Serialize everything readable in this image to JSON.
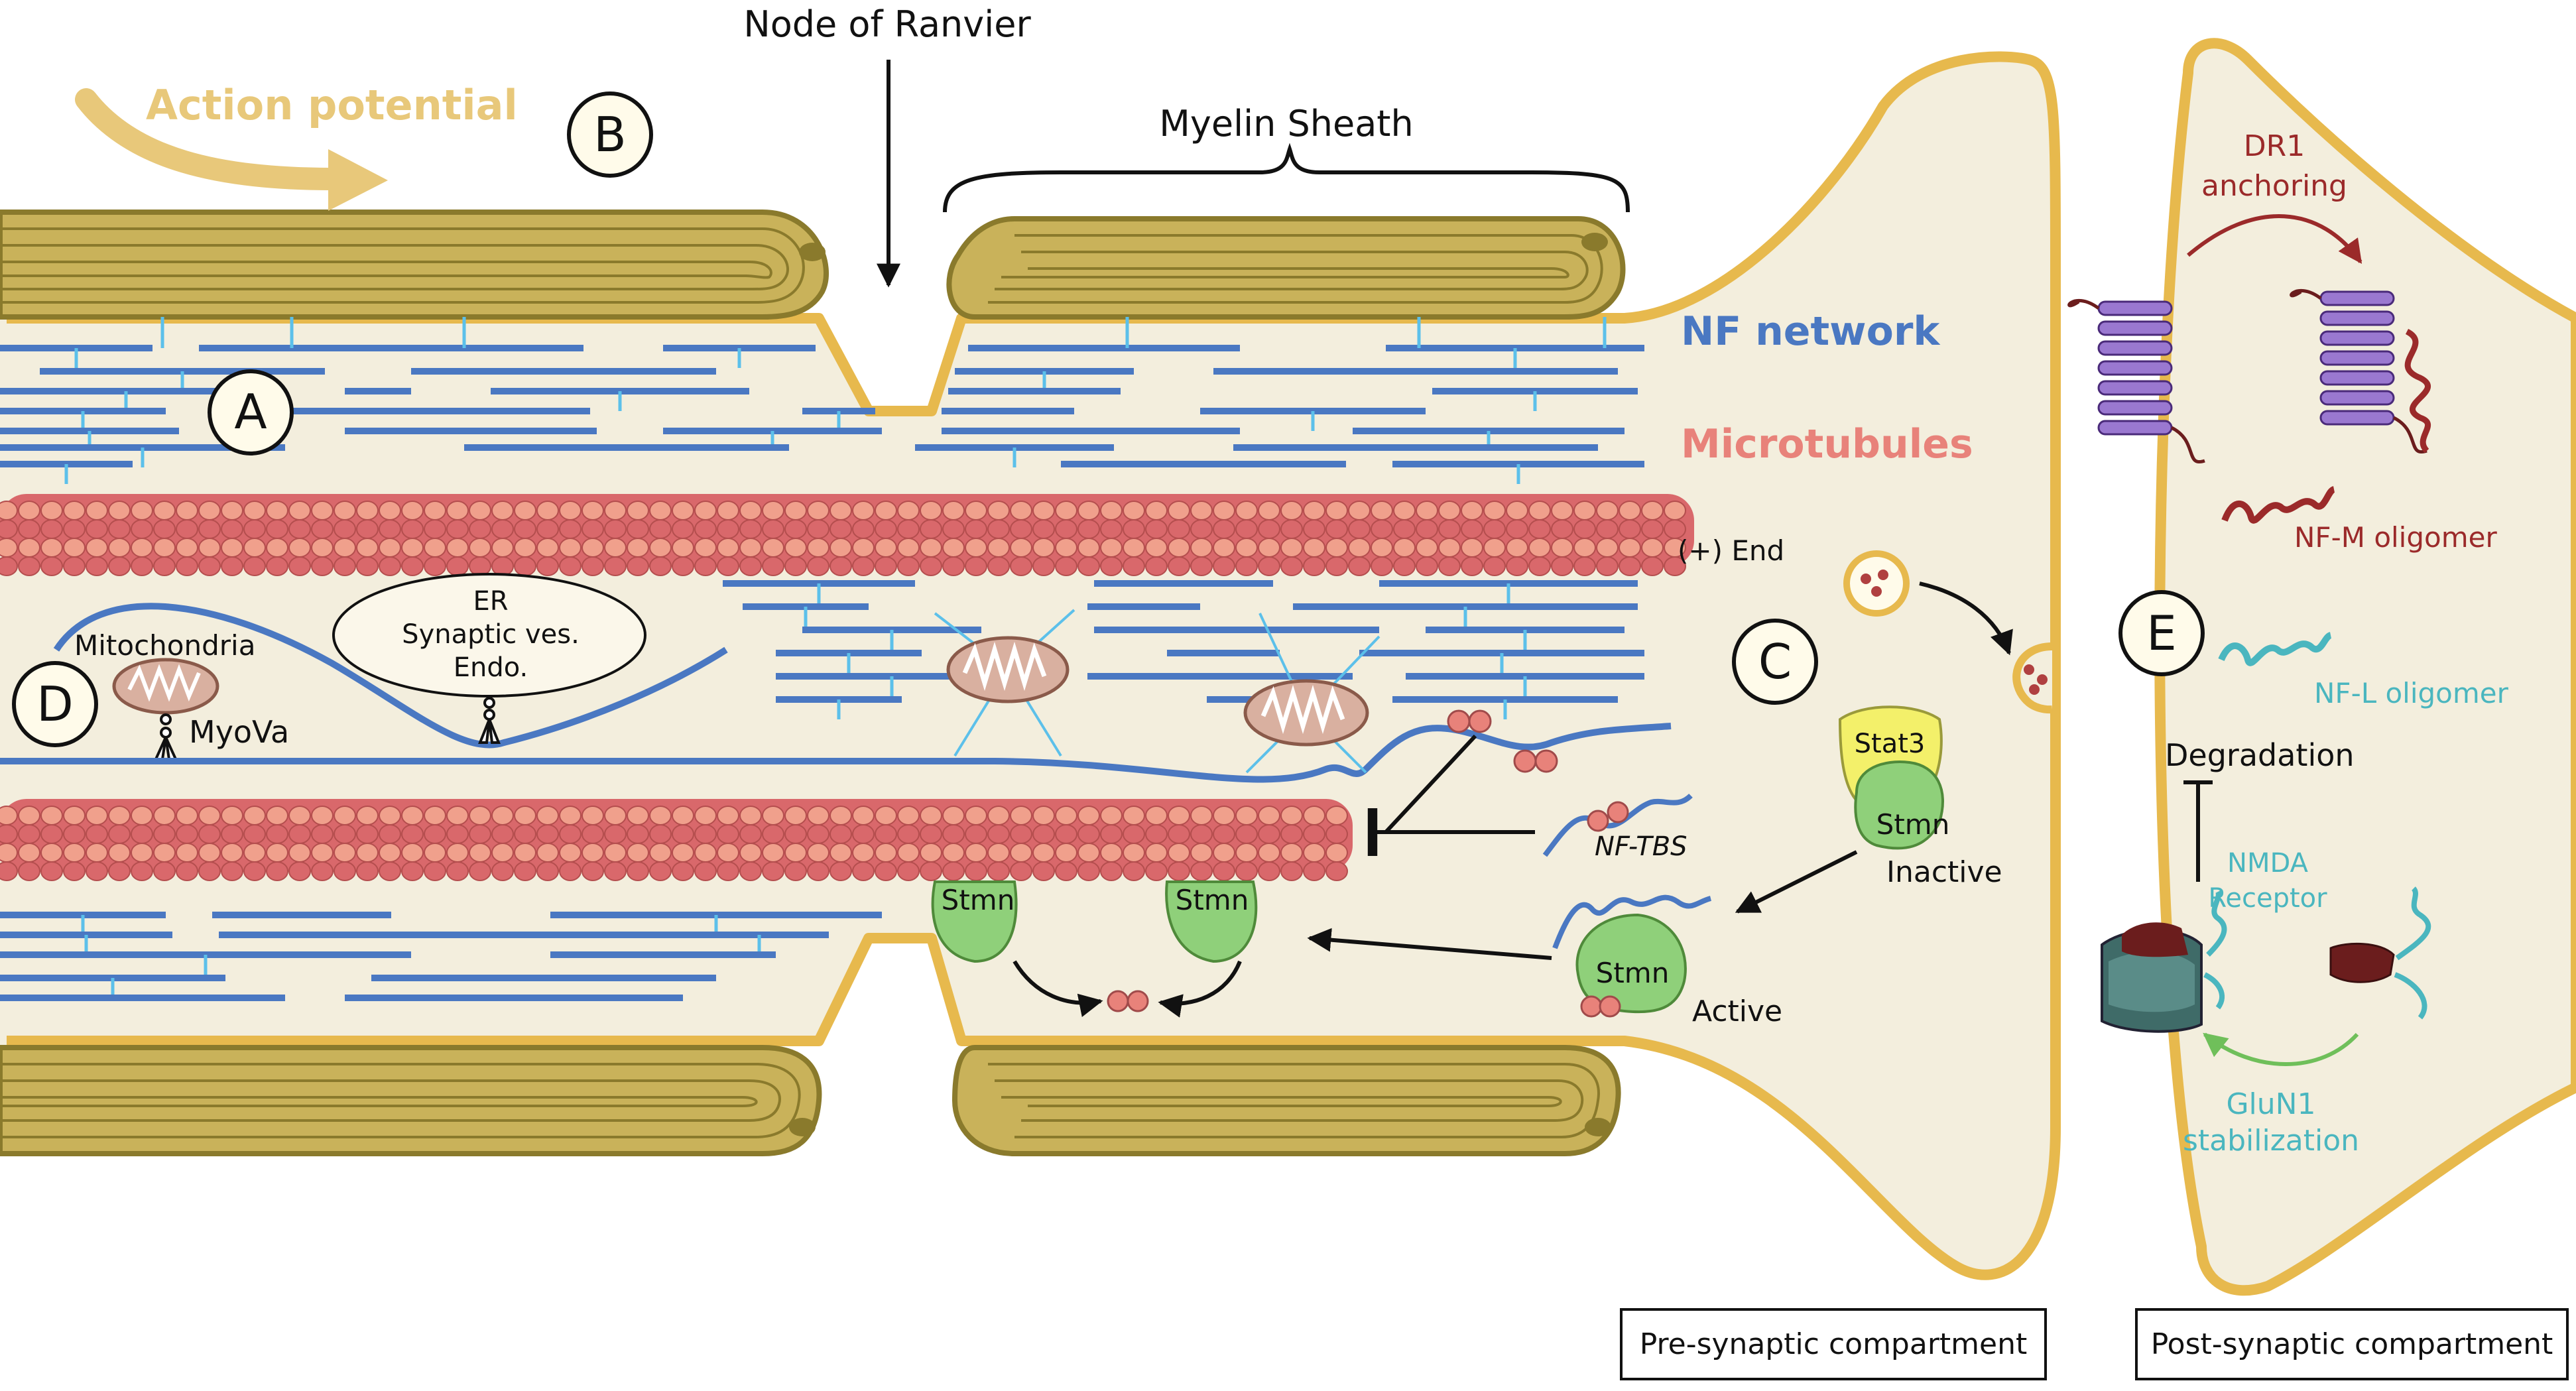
{
  "labels": {
    "action_potential": "Action potential",
    "node_of_ranvier": "Node of Ranvier",
    "myelin_sheath": "Myelin Sheath",
    "nf_network": "NF network",
    "microtubules": "Microtubules",
    "plus_end": "(+) End",
    "mitochondria": "Mitochondria",
    "myova": "MyoVa",
    "er_line1": "ER",
    "er_line2": "Synaptic ves.",
    "er_line3": "Endo.",
    "nf_tbs": "NF-TBS",
    "stat3": "Stat3",
    "stmn": "Stmn",
    "inactive": "Inactive",
    "active": "Active",
    "dr1_line1": "DR1",
    "dr1_line2": "anchoring",
    "nfm_oligomer": "NF-M oligomer",
    "nfl_oligomer": "NF-L oligomer",
    "degradation": "Degradation",
    "nmda_line1": "NMDA",
    "nmda_line2": "Receptor",
    "glun1_line1": "GluN1",
    "glun1_line2": "stabilization",
    "pre_synaptic": "Pre-synaptic compartment",
    "post_synaptic": "Post-synaptic compartment"
  },
  "panels": {
    "a": "A",
    "b": "B",
    "c": "C",
    "d": "D",
    "e": "E"
  },
  "colors": {
    "cytoplasm": "#f3eedd",
    "membrane": "#e7b94d",
    "myelin": "#c9b25a",
    "myelin_dark": "#8a7a2c",
    "nf_blue": "#4a78c2",
    "nf_link": "#5cc0ea",
    "microtubule": "#d9686b",
    "mt_light": "#f0a08c",
    "action_arrow": "#e8c87a",
    "mitochondria": "#d9b0a0",
    "stmn": "#8fd07a",
    "stat3": "#f3f06a",
    "dr1_red": "#9b2a2a",
    "receptor_purple": "#9a78d0",
    "teal": "#4ab6bf"
  }
}
